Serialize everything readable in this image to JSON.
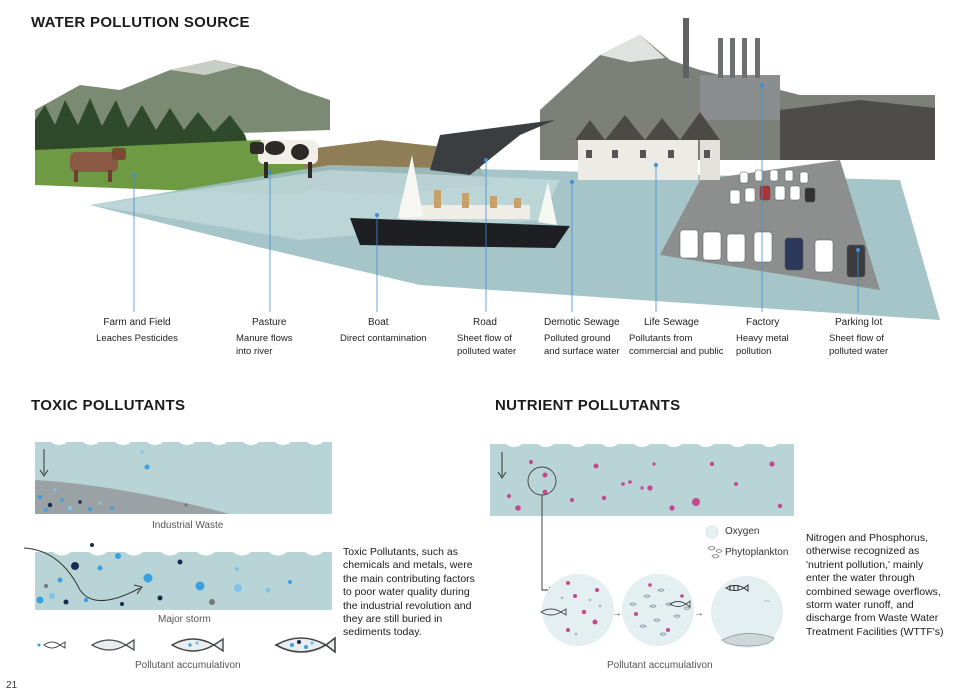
{
  "section1": {
    "title": "WATER POLLUTION SOURCE",
    "sources": [
      {
        "title": "Farm and Field",
        "desc": "Leaches Pesticides"
      },
      {
        "title": "Pasture",
        "desc": "Manure flows into river"
      },
      {
        "title": "Boat",
        "desc": "Direct contamination"
      },
      {
        "title": "Road",
        "desc": "Sheet flow of polluted water"
      },
      {
        "title": "Demotic Sewage",
        "desc": "Polluted ground and surface water"
      },
      {
        "title": "Life Sewage",
        "desc": "Pollutants from commercial and public"
      },
      {
        "title": "Factory",
        "desc": "Heavy metal pollution"
      },
      {
        "title": "Parking lot",
        "desc": "Sheet flow of polluted water"
      }
    ]
  },
  "toxic": {
    "title": "TOXIC POLLUTANTS",
    "cap_industrial": "Industrial Waste",
    "cap_storm": "Major storm",
    "cap_accum": "Pollutant accumulativon",
    "text": "Toxic Pollutants, such as chemicals and metals, were the main contributing factors to poor water quality during the industrial revolution and they are still buried in sediments today."
  },
  "nutrient": {
    "title": "NUTRIENT POLLUTANTS",
    "legend_oxygen": "Oxygen",
    "legend_phyto": "Phytoplankton",
    "cap_accum": "Pollutant accumulativon",
    "text": "Nitrogen and Phosphorus, otherwise recognized as 'nutrient pollution,' mainly enter the water through combined sewage overflows, storm water runoff, and discharge from Waste Water Treatment Facilities (WTTF's)"
  },
  "page_number": "21",
  "colors": {
    "water": "#b9d4d6",
    "sediment": "#9aa2a6",
    "toxic_blue": "#3aa0e0",
    "navy": "#1b2a55",
    "nutrient_pink": "#c8468f",
    "grass": "#5f8a3a",
    "mountain": "#6b7466"
  }
}
